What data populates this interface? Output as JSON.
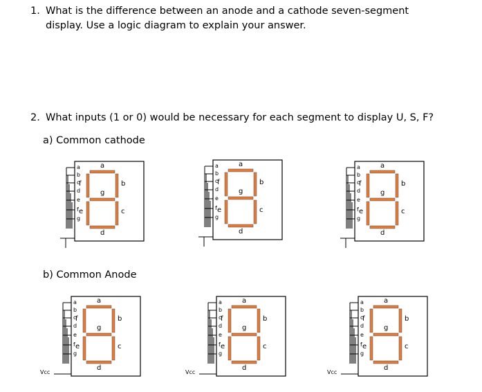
{
  "questions": [
    {
      "number": "1.",
      "lines": [
        "What is the difference between an anode and a cathode seven-segment",
        "display.  Use a logic diagram to explain your answer."
      ]
    },
    {
      "number": "2.",
      "lines": [
        "What inputs (1 or 0) would be necessary for each segment to display U, S, F?"
      ]
    }
  ],
  "sections": {
    "a": "a)  Common cathode",
    "b": "b)  Common Anode"
  },
  "pins": [
    "a",
    "b",
    "c",
    "d",
    "e",
    "f",
    "g"
  ],
  "segments": {
    "a": "a",
    "b": "b",
    "c": "c",
    "d": "d",
    "e": "e",
    "f": "f",
    "g": "g"
  },
  "vcc_label": "Vcc",
  "segment_color": "#e07b39"
}
